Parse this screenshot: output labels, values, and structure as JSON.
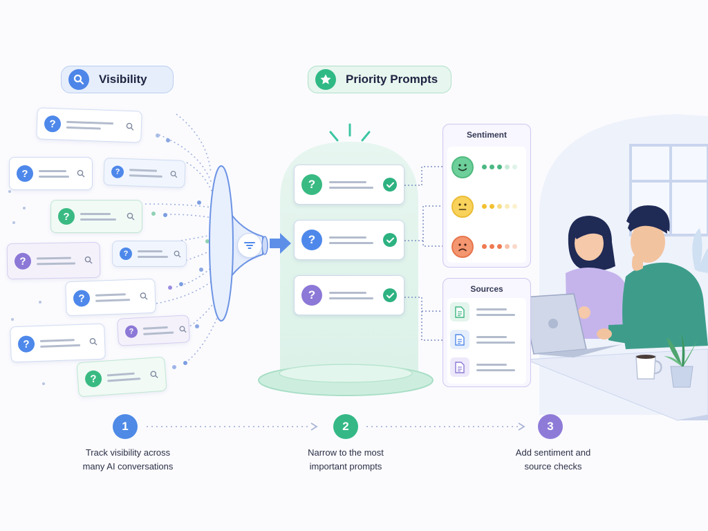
{
  "headers": {
    "visibility": "Visibility",
    "priority": "Priority Prompts"
  },
  "panels": {
    "sentiment_title": "Sentiment",
    "sources_title": "Sources"
  },
  "question_mark": "?",
  "steps": [
    {
      "number": "1",
      "text_line1": "Track visibility across",
      "text_line2": "many AI conversations",
      "color": "#4e8ae6"
    },
    {
      "number": "2",
      "text_line1": "Narrow to the most",
      "text_line2": "important prompts",
      "color": "#35b886"
    },
    {
      "number": "3",
      "text_line1": "Add sentiment and",
      "text_line2": "source checks",
      "color": "#8e7bd8"
    }
  ],
  "sentiments": [
    {
      "mood": "positive",
      "color": "#55c28b",
      "filled_dots": 3
    },
    {
      "mood": "neutral",
      "color": "#f4c545",
      "filled_dots": 2
    },
    {
      "mood": "negative",
      "color": "#f0835f",
      "filled_dots": 3
    }
  ],
  "source_doc_colors": [
    "#3cb580",
    "#4e88ea",
    "#8c78d6"
  ],
  "colors": {
    "blue": "#4e88ea",
    "green": "#39ba82",
    "purple": "#8c78d6"
  }
}
